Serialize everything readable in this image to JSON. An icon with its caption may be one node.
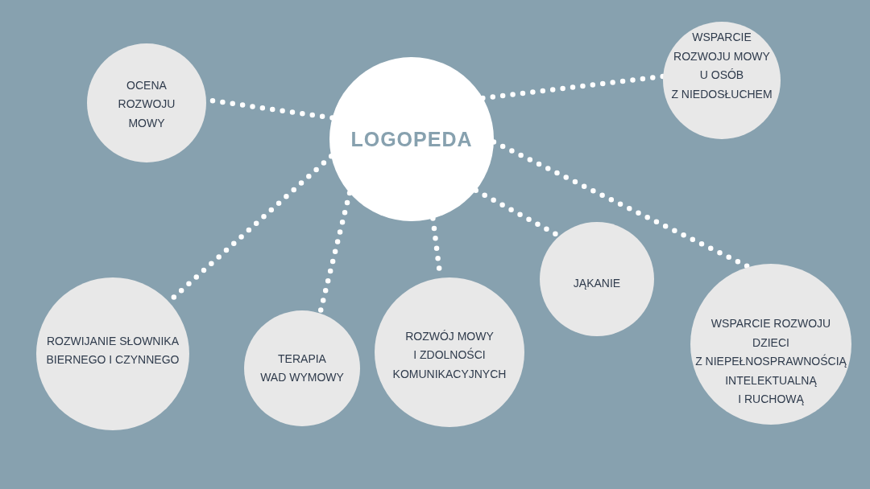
{
  "diagram": {
    "nodes": [
      {
        "text": [
          "OCENA ROZWOJU MOWY"
        ]
      },
      {
        "text": [
          "LOGOPEDA"
        ]
      },
      {
        "text": [
          "WSPARCIE ROZWOJU MOWY U OSÓB Z NIEDOSŁUCHEM"
        ]
      },
      {
        "text": [
          "ROZWIJANIE SŁOWNIKA BIERNEGO I CZYNNEGO"
        ]
      },
      {
        "text": [
          "TERAPIA WAD WYMOWY"
        ]
      },
      {
        "text": [
          "ROZWÓJ MOWY I ZDOLNOŚCI KOMUNIKACYJNYCH"
        ]
      },
      {
        "text": [
          "JĄKANIE"
        ]
      },
      {
        "text": [
          "WSPARCIE ROZWOJU DZIECI Z NIEPEŁNOSPRAWNOŚCIĄ INTELEKTUALNĄ I RUCHOWĄ"
        ]
      }
    ],
    "edges": [
      {
        "from": 1,
        "to": 0,
        "arrow": "none"
      },
      {
        "from": 1,
        "to": 2,
        "arrow": "none"
      },
      {
        "from": 1,
        "to": 3,
        "arrow": "none"
      },
      {
        "from": 1,
        "to": 4,
        "arrow": "none"
      },
      {
        "from": 1,
        "to": 5,
        "arrow": "none"
      },
      {
        "from": 1,
        "to": 6,
        "arrow": "none"
      },
      {
        "from": 1,
        "to": 7,
        "arrow": "none"
      }
    ]
  }
}
